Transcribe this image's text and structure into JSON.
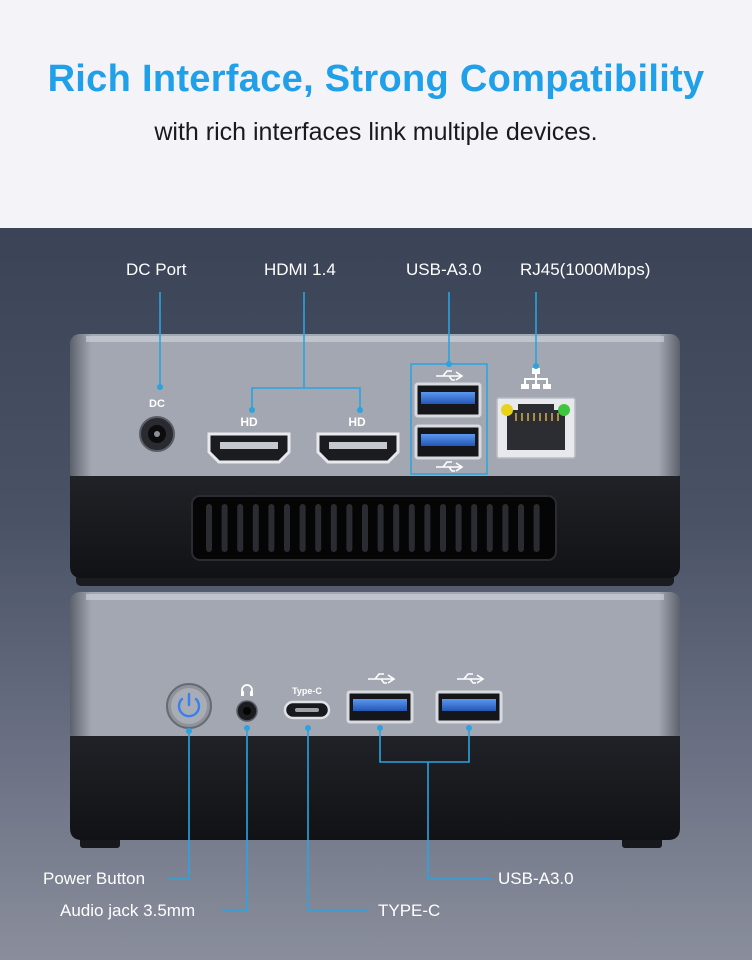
{
  "header": {
    "title": "Rich Interface, Strong Compatibility",
    "subtitle": "with rich interfaces link multiple devices."
  },
  "top_unit_labels": {
    "dc_port": "DC Port",
    "hdmi": "HDMI 1.4",
    "usb_a": "USB-A3.0",
    "rj45": "RJ45(1000Mbps)"
  },
  "top_unit_panel_marks": {
    "dc": "DC",
    "hdmi_left": "HD",
    "hdmi_right": "HD"
  },
  "bottom_unit_panel_marks": {
    "type_c": "Type-C"
  },
  "bottom_unit_labels": {
    "power_button": "Power Button",
    "audio_jack": "Audio jack 3.5mm",
    "type_c": "TYPE-C",
    "usb_a": "USB-A3.0"
  },
  "colors": {
    "title": "#1fa0e8",
    "callout_line": "#2aa3e0",
    "usb_blue": "#2f6fd6",
    "power_icon": "#3a7ff0",
    "led_yellow": "#e8d21a",
    "led_green": "#3ec63e"
  },
  "icons": [
    "usb-icon",
    "network-icon",
    "headphone-icon",
    "power-icon"
  ]
}
